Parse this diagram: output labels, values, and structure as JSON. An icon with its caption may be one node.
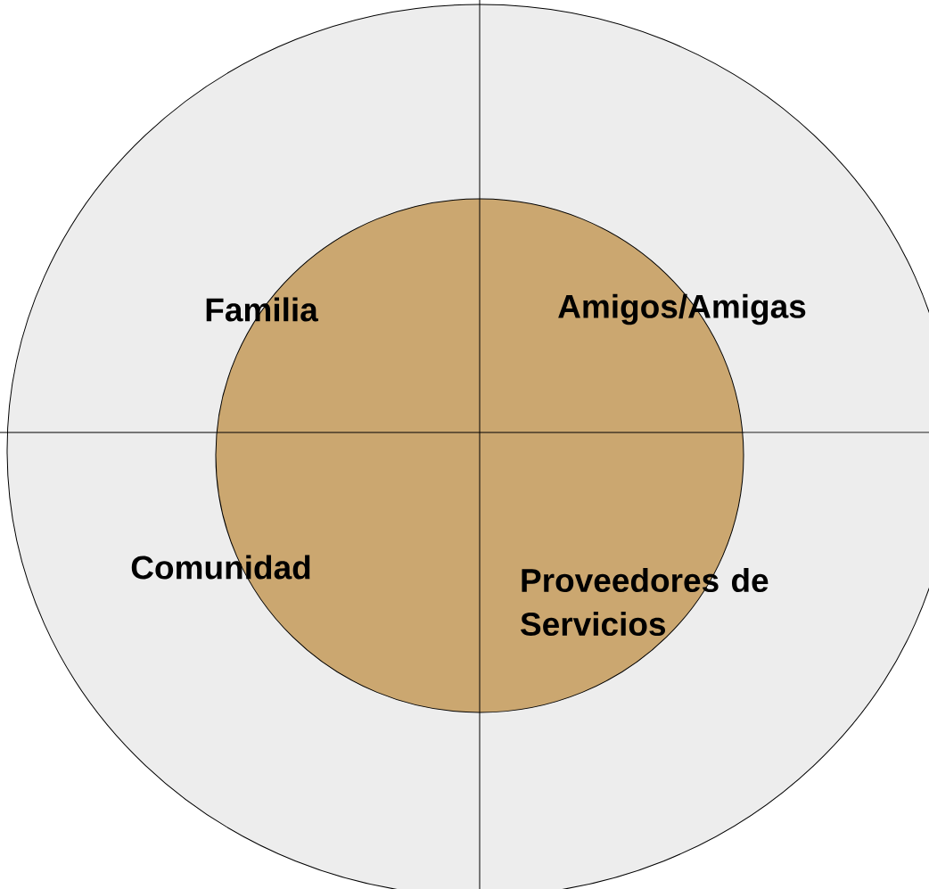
{
  "diagram": {
    "nodes": [
      {
        "text": [],
        "shape": "circle"
      },
      {
        "text": [],
        "shape": "circle",
        "in": 0
      }
    ],
    "labels": [
      "Familia",
      "Amigos/Amigas",
      "Comunidad",
      "Proveedores de Servicios"
    ]
  }
}
